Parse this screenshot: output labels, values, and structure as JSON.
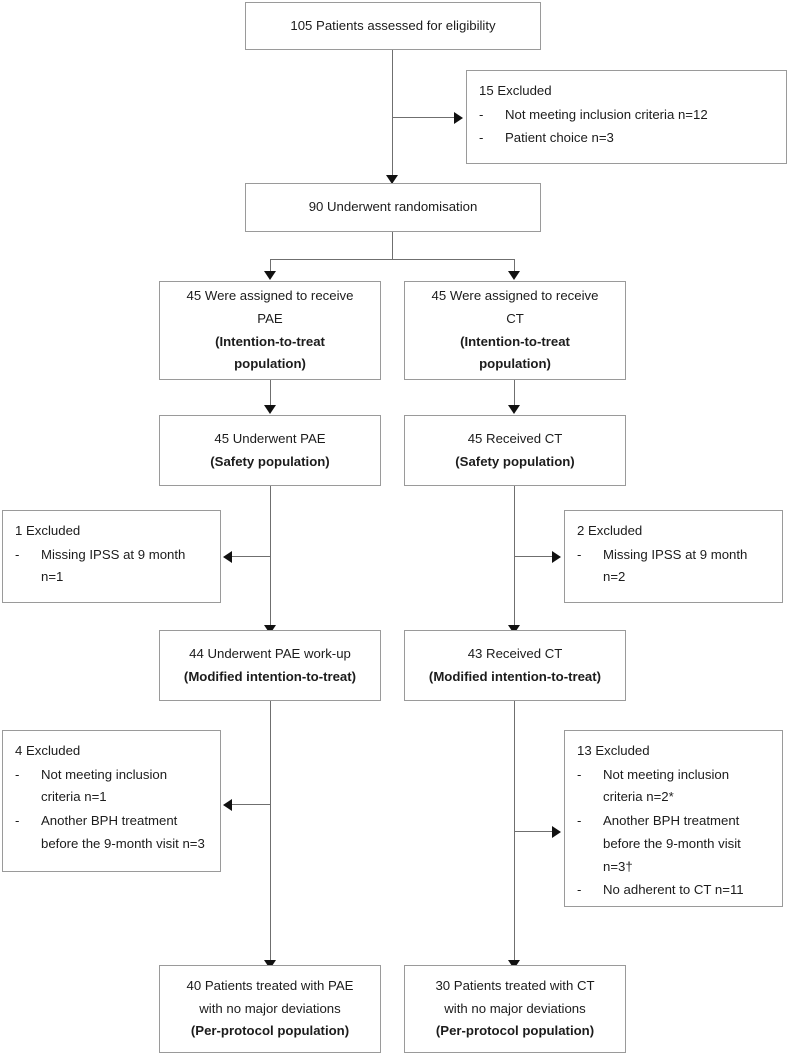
{
  "diagram": {
    "type": "consort-flow-diagram",
    "colors": {
      "box_border": "#9a9a9a",
      "connector": "#6f6f6f",
      "arrowhead": "#111111",
      "text": "#1c1c1c",
      "background": "#ffffff"
    },
    "enrollment": {
      "assessed": {
        "line1": "105 Patients assessed for eligibility"
      },
      "excluded": {
        "title": "15 Excluded",
        "items": [
          {
            "dash": "-",
            "text": "Not meeting inclusion criteria n=12"
          },
          {
            "dash": "-",
            "text": "Patient choice  n=3"
          }
        ]
      },
      "randomised": {
        "line1": "90 Underwent randomisation"
      }
    },
    "allocation": {
      "left": {
        "line1": "45 Were assigned to receive",
        "line2": "PAE",
        "line3": "(Intention-to-treat",
        "line4": "population)"
      },
      "right": {
        "line1": "45 Were assigned to receive",
        "line2": "CT",
        "line3": "(Intention-to-treat",
        "line4": "population)"
      }
    },
    "safety": {
      "left": {
        "line1": "45 Underwent PAE",
        "line2": "(Safety population)"
      },
      "right": {
        "line1": "45 Received CT",
        "line2": "(Safety population)"
      }
    },
    "exclusions_mitt": {
      "left": {
        "title": "1 Excluded",
        "items": [
          {
            "dash": "-",
            "text": "Missing IPSS at 9 month n=1"
          }
        ]
      },
      "right": {
        "title": "2 Excluded",
        "items": [
          {
            "dash": "-",
            "text": "Missing IPSS at 9 month n=2"
          }
        ]
      }
    },
    "mitt": {
      "left": {
        "line1": "44 Underwent PAE work-up",
        "line2": "(Modified intention-to-treat)"
      },
      "right": {
        "line1": "43 Received CT",
        "line2": "(Modified intention-to-treat)"
      }
    },
    "exclusions_pp": {
      "left": {
        "title": "4 Excluded",
        "items": [
          {
            "dash": "-",
            "text": "Not meeting inclusion criteria n=1"
          },
          {
            "dash": "-",
            "text": "Another BPH treatment before the 9-month visit n=3"
          }
        ]
      },
      "right": {
        "title": "13 Excluded",
        "items": [
          {
            "dash": "-",
            "text": "Not meeting inclusion criteria n=2*"
          },
          {
            "dash": "-",
            "text": "Another BPH treatment before the 9-month visit n=3†"
          },
          {
            "dash": "-",
            "text": "No adherent to CT n=11"
          }
        ]
      }
    },
    "per_protocol": {
      "left": {
        "line1": "40 Patients treated with  PAE",
        "line2": "with no major deviations",
        "line3": "(Per-protocol population)"
      },
      "right": {
        "line1": "30 Patients treated with CT",
        "line2": "with no major deviations",
        "line3": "(Per-protocol population)"
      }
    }
  }
}
